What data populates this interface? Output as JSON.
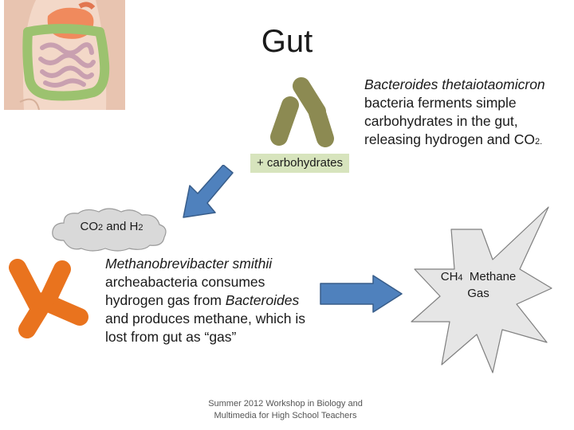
{
  "title": "Gut",
  "bacteroides": {
    "name": "Bacteroides thetaiotaomicron",
    "description": "bacteria ferments simple carbohydrates in the gut, releasing hydrogen and CO",
    "co2_sub": "2."
  },
  "carbohydrates_label": "+ carbohydrates",
  "cloud": {
    "co": "CO",
    "co_sub": "2",
    "and": " and  H",
    "h_sub": "2"
  },
  "methanobrevibacter": {
    "name": "Methanobrevibacter smithii",
    "line2": "archeabacteria consumes hydrogen gas from ",
    "bacteroides_ref": "Bacteroides",
    "line3": " and produces methane, which is lost from gut as “gas”"
  },
  "star": {
    "ch": "CH",
    "ch_sub": "4",
    "methane": "Methane",
    "gas": "Gas"
  },
  "footer": "Summer 2012 Workshop in Biology and Multimedia for High School Teachers",
  "colors": {
    "bacteroides": "#8c8a52",
    "methanobrevibacter": "#e9731e",
    "arrow_fill": "#4f81bd",
    "arrow_stroke": "#385d8a",
    "cloud": "#d9d9d9",
    "star": "#e6e6e6",
    "label_bg": "#d7e4bd"
  },
  "icons": [
    "gut-anatomy-image",
    "bacteroides-bacteria-icon",
    "methanobrevibacter-bacteria-icon",
    "down-left-arrow-icon",
    "right-arrow-icon",
    "cloud-shape",
    "starburst-shape"
  ]
}
